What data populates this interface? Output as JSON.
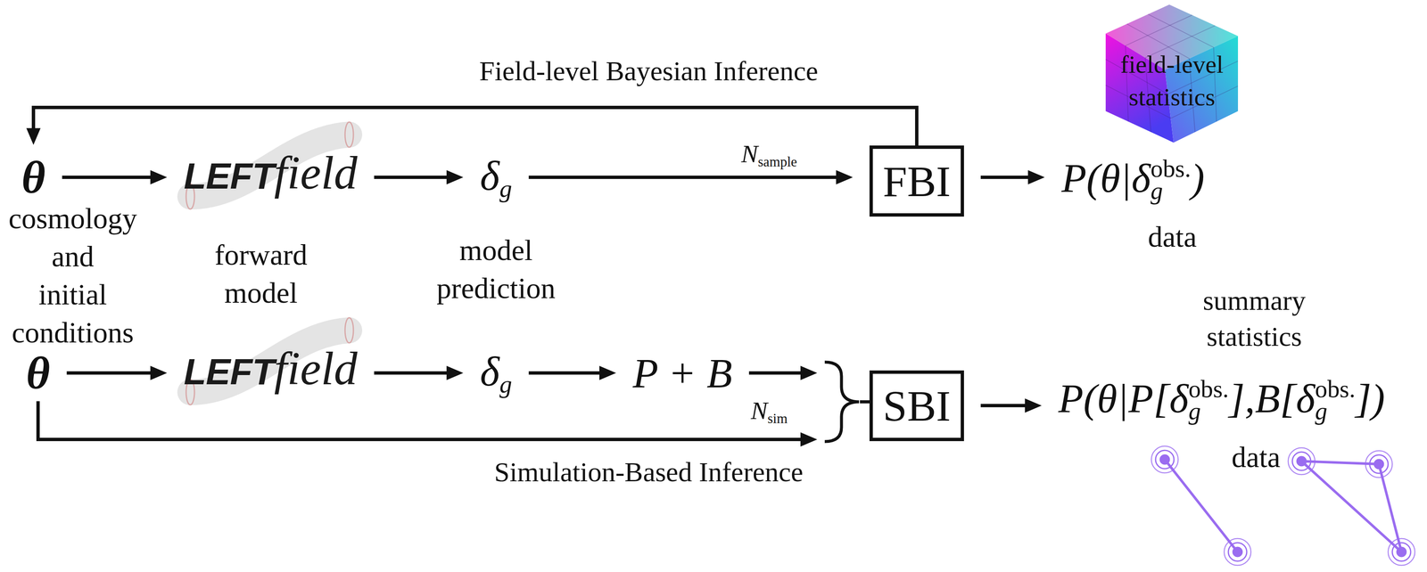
{
  "diagram": {
    "nodes": [
      {
        "text": [
          "θ",
          "cosmology and initial conditions"
        ]
      },
      {
        "text": [
          "LEFTfield",
          "forward model"
        ]
      },
      {
        "text": [
          "δg",
          "model prediction"
        ]
      },
      {
        "text": [
          "FBI"
        ]
      },
      {
        "text": [
          "P(θ|δgobs.)",
          "data"
        ]
      },
      {
        "text": [
          "field-level statistics"
        ]
      },
      {
        "text": [
          "θ"
        ]
      },
      {
        "text": [
          "LEFTfield"
        ]
      },
      {
        "text": [
          "δg"
        ]
      },
      {
        "text": [
          "P + B"
        ]
      },
      {
        "text": [
          "SBI"
        ]
      },
      {
        "text": [
          "P(θ|P[δgobs.],B[δgobs.])",
          "data"
        ]
      }
    ],
    "edges": [
      {
        "from": 0,
        "to": 1,
        "arrow": "to"
      },
      {
        "from": 1,
        "to": 2,
        "arrow": "to"
      },
      {
        "from": 2,
        "to": 3,
        "label": "Nsample",
        "arrow": "to"
      },
      {
        "from": 3,
        "to": 4,
        "arrow": "to"
      },
      {
        "from": 3,
        "to": 0,
        "label": "Field-level Bayesian Inference",
        "arrow": "to"
      },
      {
        "from": 6,
        "to": 7,
        "arrow": "to"
      },
      {
        "from": 7,
        "to": 8,
        "arrow": "to"
      },
      {
        "from": 8,
        "to": 9,
        "arrow": "to"
      },
      {
        "from": 9,
        "to": 10,
        "label": "Nsim",
        "arrow": "to"
      },
      {
        "from": 6,
        "to": 10,
        "label": "Simulation-Based Inference",
        "arrow": "to"
      },
      {
        "from": 10,
        "to": 11,
        "arrow": "to"
      }
    ],
    "labels": [
      "summary statistics"
    ]
  }
}
